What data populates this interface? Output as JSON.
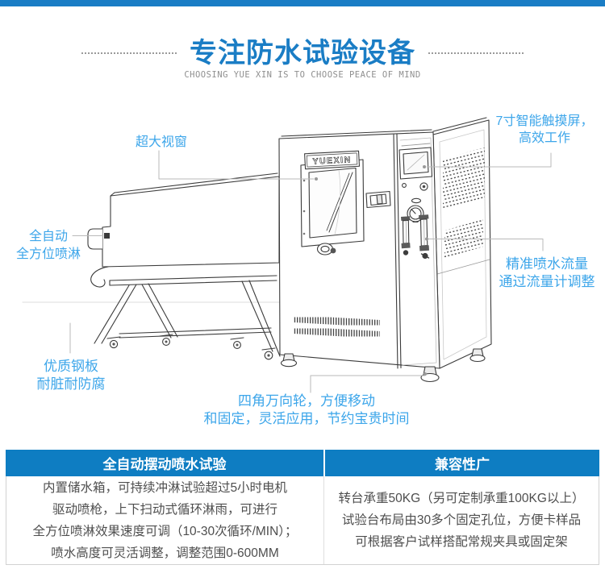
{
  "header": {
    "title": "专注防水试验设备",
    "subtitle": "CHOOSING YUE XIN IS TO CHOOSE PEACE OF MIND"
  },
  "machine": {
    "logo": "YUEXIN"
  },
  "labels": {
    "window": "超大视窗",
    "touchscreen": [
      "7寸智能触摸屏，",
      "高效工作"
    ],
    "spray": [
      "全自动",
      "全方位喷淋"
    ],
    "flow": [
      "精准喷水流量",
      "通过流量计调整"
    ],
    "steel": [
      "优质钢板",
      "耐脏耐防腐"
    ],
    "wheels": [
      "四角万向轮，方便移动",
      "和固定，灵活应用，节约宝贵时间"
    ]
  },
  "table": {
    "left": {
      "header": "全自动摆动喷水试验",
      "lines": [
        "内置储水箱，可持续冲淋试验超过5小时电机",
        "驱动喷枪，上下扫动式循环淋雨，可进行",
        "全方位喷淋效果速度可调（10-30次循环/MIN）；",
        "喷水高度可灵活调整，调整范围0-600MM"
      ]
    },
    "right": {
      "header": "兼容性广",
      "lines": [
        "转台承重50KG（另可定制承重100KG以上）",
        "试验台布局由30多个固定孔位，方便卡样品",
        "可根据客户试样搭配常规夹具或固定架"
      ]
    }
  },
  "colors": {
    "accent": "#1a7dc5",
    "label_blue": "#3da6ea",
    "table_header_bg": "#0e7dc2"
  }
}
